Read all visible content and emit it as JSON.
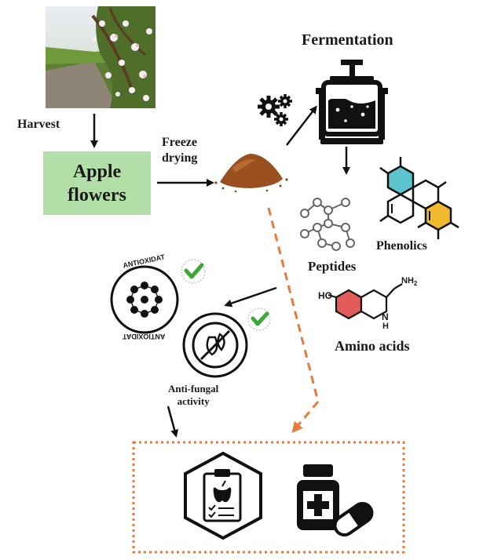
{
  "diagram": {
    "harvest_label": "Harvest",
    "apple_flowers_line1": "Apple",
    "apple_flowers_line2": "flowers",
    "freeze_drying_line1": "Freeze",
    "freeze_drying_line2": "drying",
    "fermentation_label": "Fermentation",
    "peptides_label": "Peptides",
    "phenolics_label": "Phenolics",
    "amino_acids_label": "Amino acids",
    "antioxidant_badge_text": "ANTIOXIDAT",
    "antifungal_line1": "Anti-fungal",
    "antifungal_line2": "activity",
    "molecule_ho_label": "HO",
    "molecule_nh2_label": "NH",
    "molecule_nh2_subscript": "2",
    "molecule_n_label": "N",
    "molecule_h_label": "H"
  },
  "colors": {
    "apple_box_fill": "#b2dfa7",
    "dashed_arrow": "#e87a3c",
    "check_green": "#3aa935",
    "ring_teal": "#5cc4cc",
    "ring_yellow": "#f1b92d",
    "ring_red": "#e35a5a",
    "powder_brown": "#9a4f1f"
  }
}
